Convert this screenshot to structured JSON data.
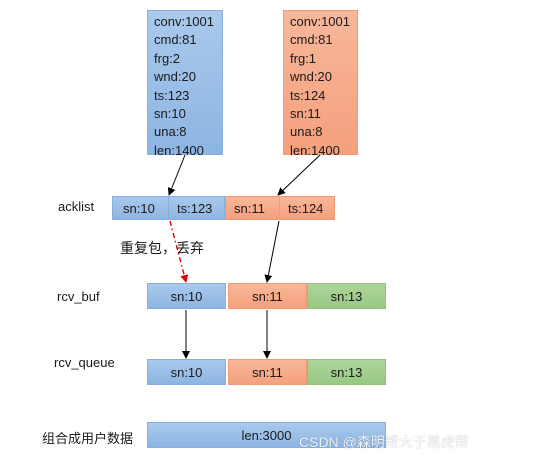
{
  "segments": [
    {
      "fields": [
        "conv:1001",
        "cmd:81",
        "frg:2",
        "wnd:20",
        "ts:123",
        "sn:10",
        "una:8",
        "len:1400"
      ]
    },
    {
      "fields": [
        "conv:1001",
        "cmd:81",
        "frg:1",
        "wnd:20",
        "ts:124",
        "sn:11",
        "una:8",
        "len:1400"
      ]
    }
  ],
  "rows": {
    "acklist": {
      "label": "acklist",
      "cells": [
        "sn:10",
        "ts:123",
        "sn:11",
        "ts:124"
      ]
    },
    "rcv_buf": {
      "label": "rcv_buf",
      "cells": [
        "sn:10",
        "sn:11",
        "sn:13"
      ]
    },
    "rcv_queue": {
      "label": "rcv_queue",
      "cells": [
        "sn:10",
        "sn:11",
        "sn:13"
      ]
    },
    "assembled": {
      "label": "组合成用户数据",
      "cells": [
        "len:3000"
      ]
    }
  },
  "note": "重复包，丢弃",
  "watermark": "CSDN @森明帮大于黑虎帮",
  "colors": {
    "blue": "#9dbfe8",
    "orange": "#f6ab8a",
    "green": "#a4cf90",
    "arrow": "#000000",
    "discard_arrow": "#e00000"
  }
}
